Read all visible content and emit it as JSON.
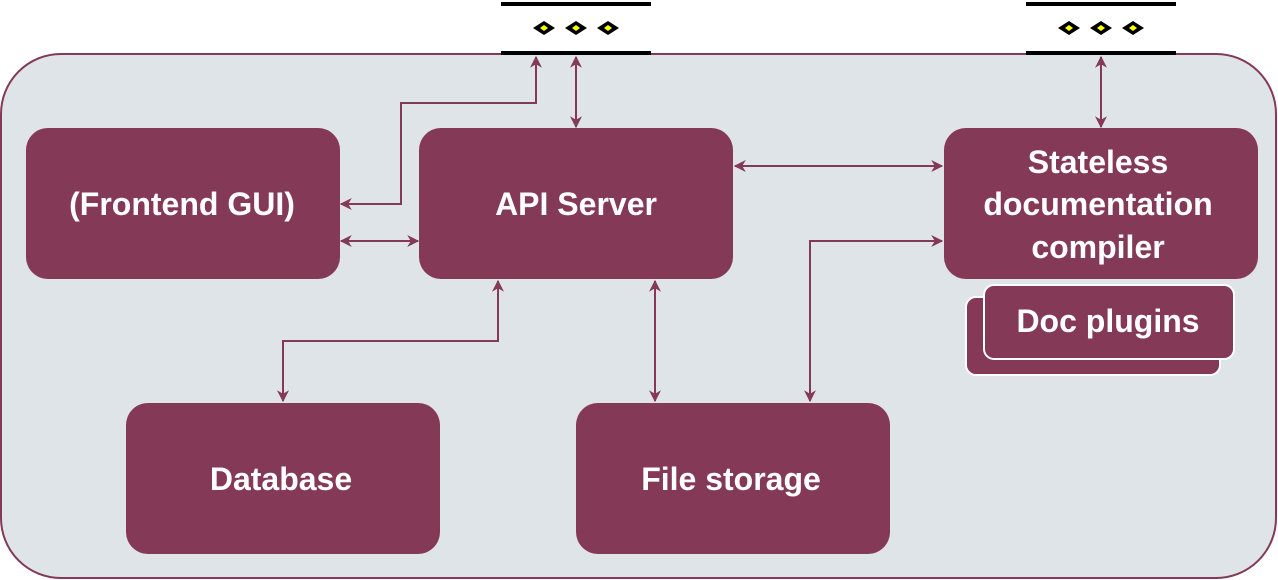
{
  "colors": {
    "container_fill": "#dfe4e8",
    "container_stroke": "#843956",
    "box_fill": "#843956",
    "arrow": "#843956",
    "port_bar": "#000000",
    "port_dot": "#ffff00"
  },
  "nodes": {
    "frontend": {
      "label": "(Frontend GUI)"
    },
    "api": {
      "label": "API Server"
    },
    "compiler": {
      "lines": [
        "Stateless",
        "documentation",
        "compiler"
      ]
    },
    "plugins": {
      "label": "Doc plugins"
    },
    "database": {
      "label": "Database"
    },
    "storage": {
      "label": "File storage"
    }
  },
  "ports": [
    {
      "name": "api-port",
      "icon": "port-icon"
    },
    {
      "name": "compiler-port",
      "icon": "port-icon"
    }
  ],
  "edges": [
    {
      "from": "frontend",
      "to": "api-port"
    },
    {
      "from": "frontend",
      "to": "api"
    },
    {
      "from": "api-port",
      "to": "api"
    },
    {
      "from": "api",
      "to": "compiler"
    },
    {
      "from": "compiler-port",
      "to": "compiler"
    },
    {
      "from": "api",
      "to": "database"
    },
    {
      "from": "api",
      "to": "storage"
    },
    {
      "from": "storage",
      "to": "compiler"
    }
  ]
}
